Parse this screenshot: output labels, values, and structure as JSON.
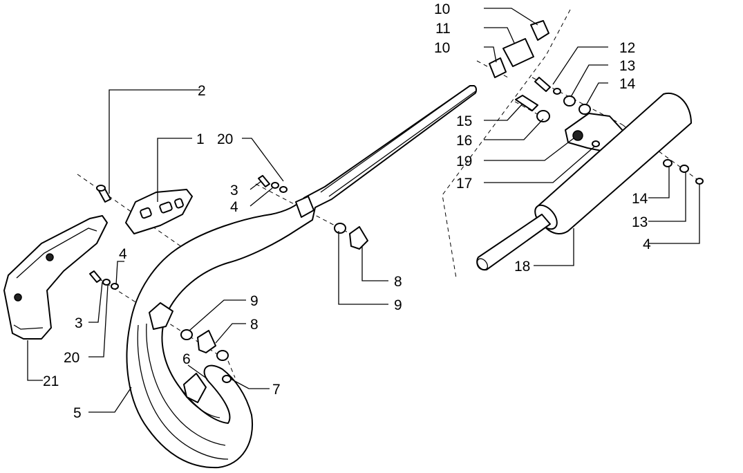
{
  "diagram": {
    "callouts": {
      "c1": "1",
      "c2": "2",
      "c3a": "3",
      "c3b": "3",
      "c4a": "4",
      "c4b": "4",
      "c4c": "4",
      "c5": "5",
      "c6": "6",
      "c7": "7",
      "c8a": "8",
      "c8b": "8",
      "c9a": "9",
      "c9b": "9",
      "c10a": "10",
      "c10b": "10",
      "c11": "11",
      "c12": "12",
      "c13a": "13",
      "c13b": "13",
      "c14a": "14",
      "c14b": "14",
      "c15": "15",
      "c16": "16",
      "c17": "17",
      "c18": "18",
      "c19": "19",
      "c20a": "20",
      "c20b": "20",
      "c21": "21"
    }
  }
}
